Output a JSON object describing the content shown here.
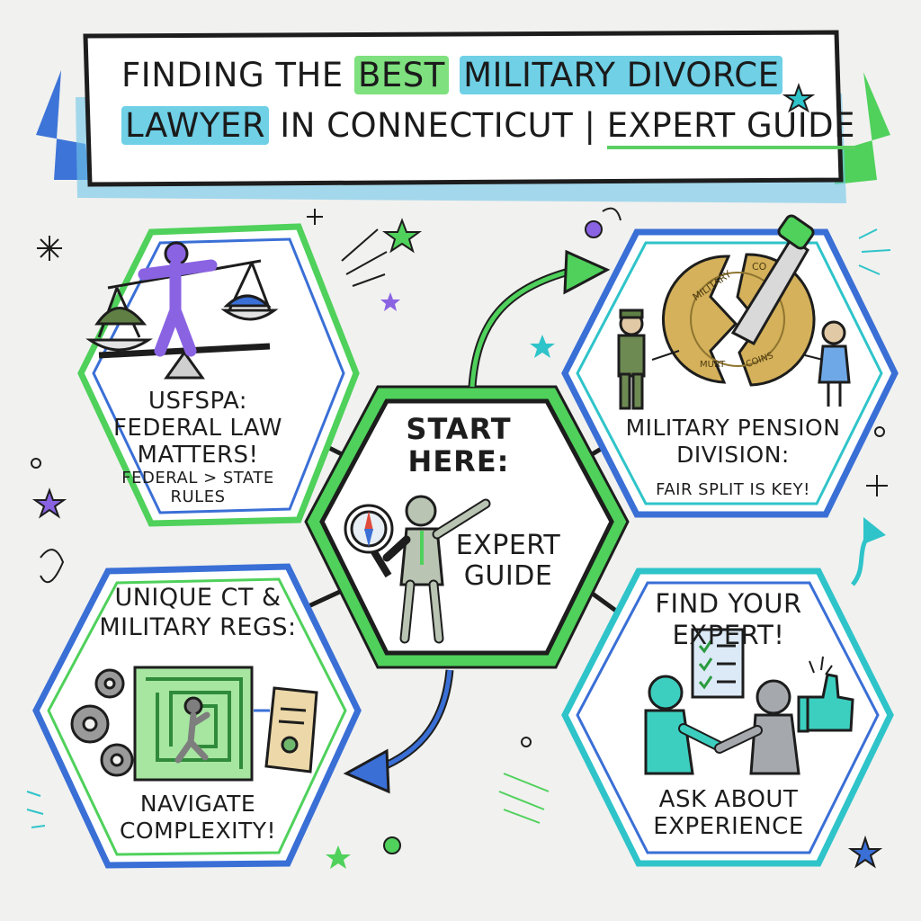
{
  "title": {
    "line1_a": "Finding the",
    "line1_b": "Best",
    "line1_c": "Military Divorce",
    "line2_a": "Lawyer",
    "line2_b": "in Connecticut |",
    "line2_c": "Expert Guide"
  },
  "center": {
    "heading": "Start Here:",
    "subheading": "Expert Guide"
  },
  "panels": {
    "usfspa": {
      "heading_1": "USFSPA:",
      "heading_2": "Federal Law",
      "heading_3": "Matters!",
      "note_1": "Federal > State",
      "note_2": "Rules"
    },
    "pension": {
      "heading_1": "Military Pension",
      "heading_2": "Division:",
      "note": "Fair split is key!",
      "coin_text_1": "MILITARY",
      "coin_text_2": "CO",
      "coin_text_3": "MURT",
      "coin_text_4": "COINS"
    },
    "regs": {
      "heading_1": "Unique CT &",
      "heading_2": "Military Regs:",
      "note_1": "Navigate",
      "note_2": "Complexity!"
    },
    "expert": {
      "heading_1": "Find Your",
      "heading_2": "Expert!",
      "note_1": "Ask about",
      "note_2": "experience"
    }
  },
  "colors": {
    "green": "#4fd15b",
    "blue": "#3a6fd6",
    "teal": "#2fc4c9",
    "purple": "#8a63e3",
    "ink": "#1d1d1d"
  },
  "icons": [
    "balance-scale-icon",
    "compass-magnifier-icon",
    "split-coin-icon",
    "saw-icon",
    "maze-icon",
    "gear-icon",
    "scroll-icon",
    "handshake-icon",
    "checklist-icon",
    "thumbs-up-icon",
    "star-icon",
    "sparkle-icon",
    "arrow-icon"
  ]
}
